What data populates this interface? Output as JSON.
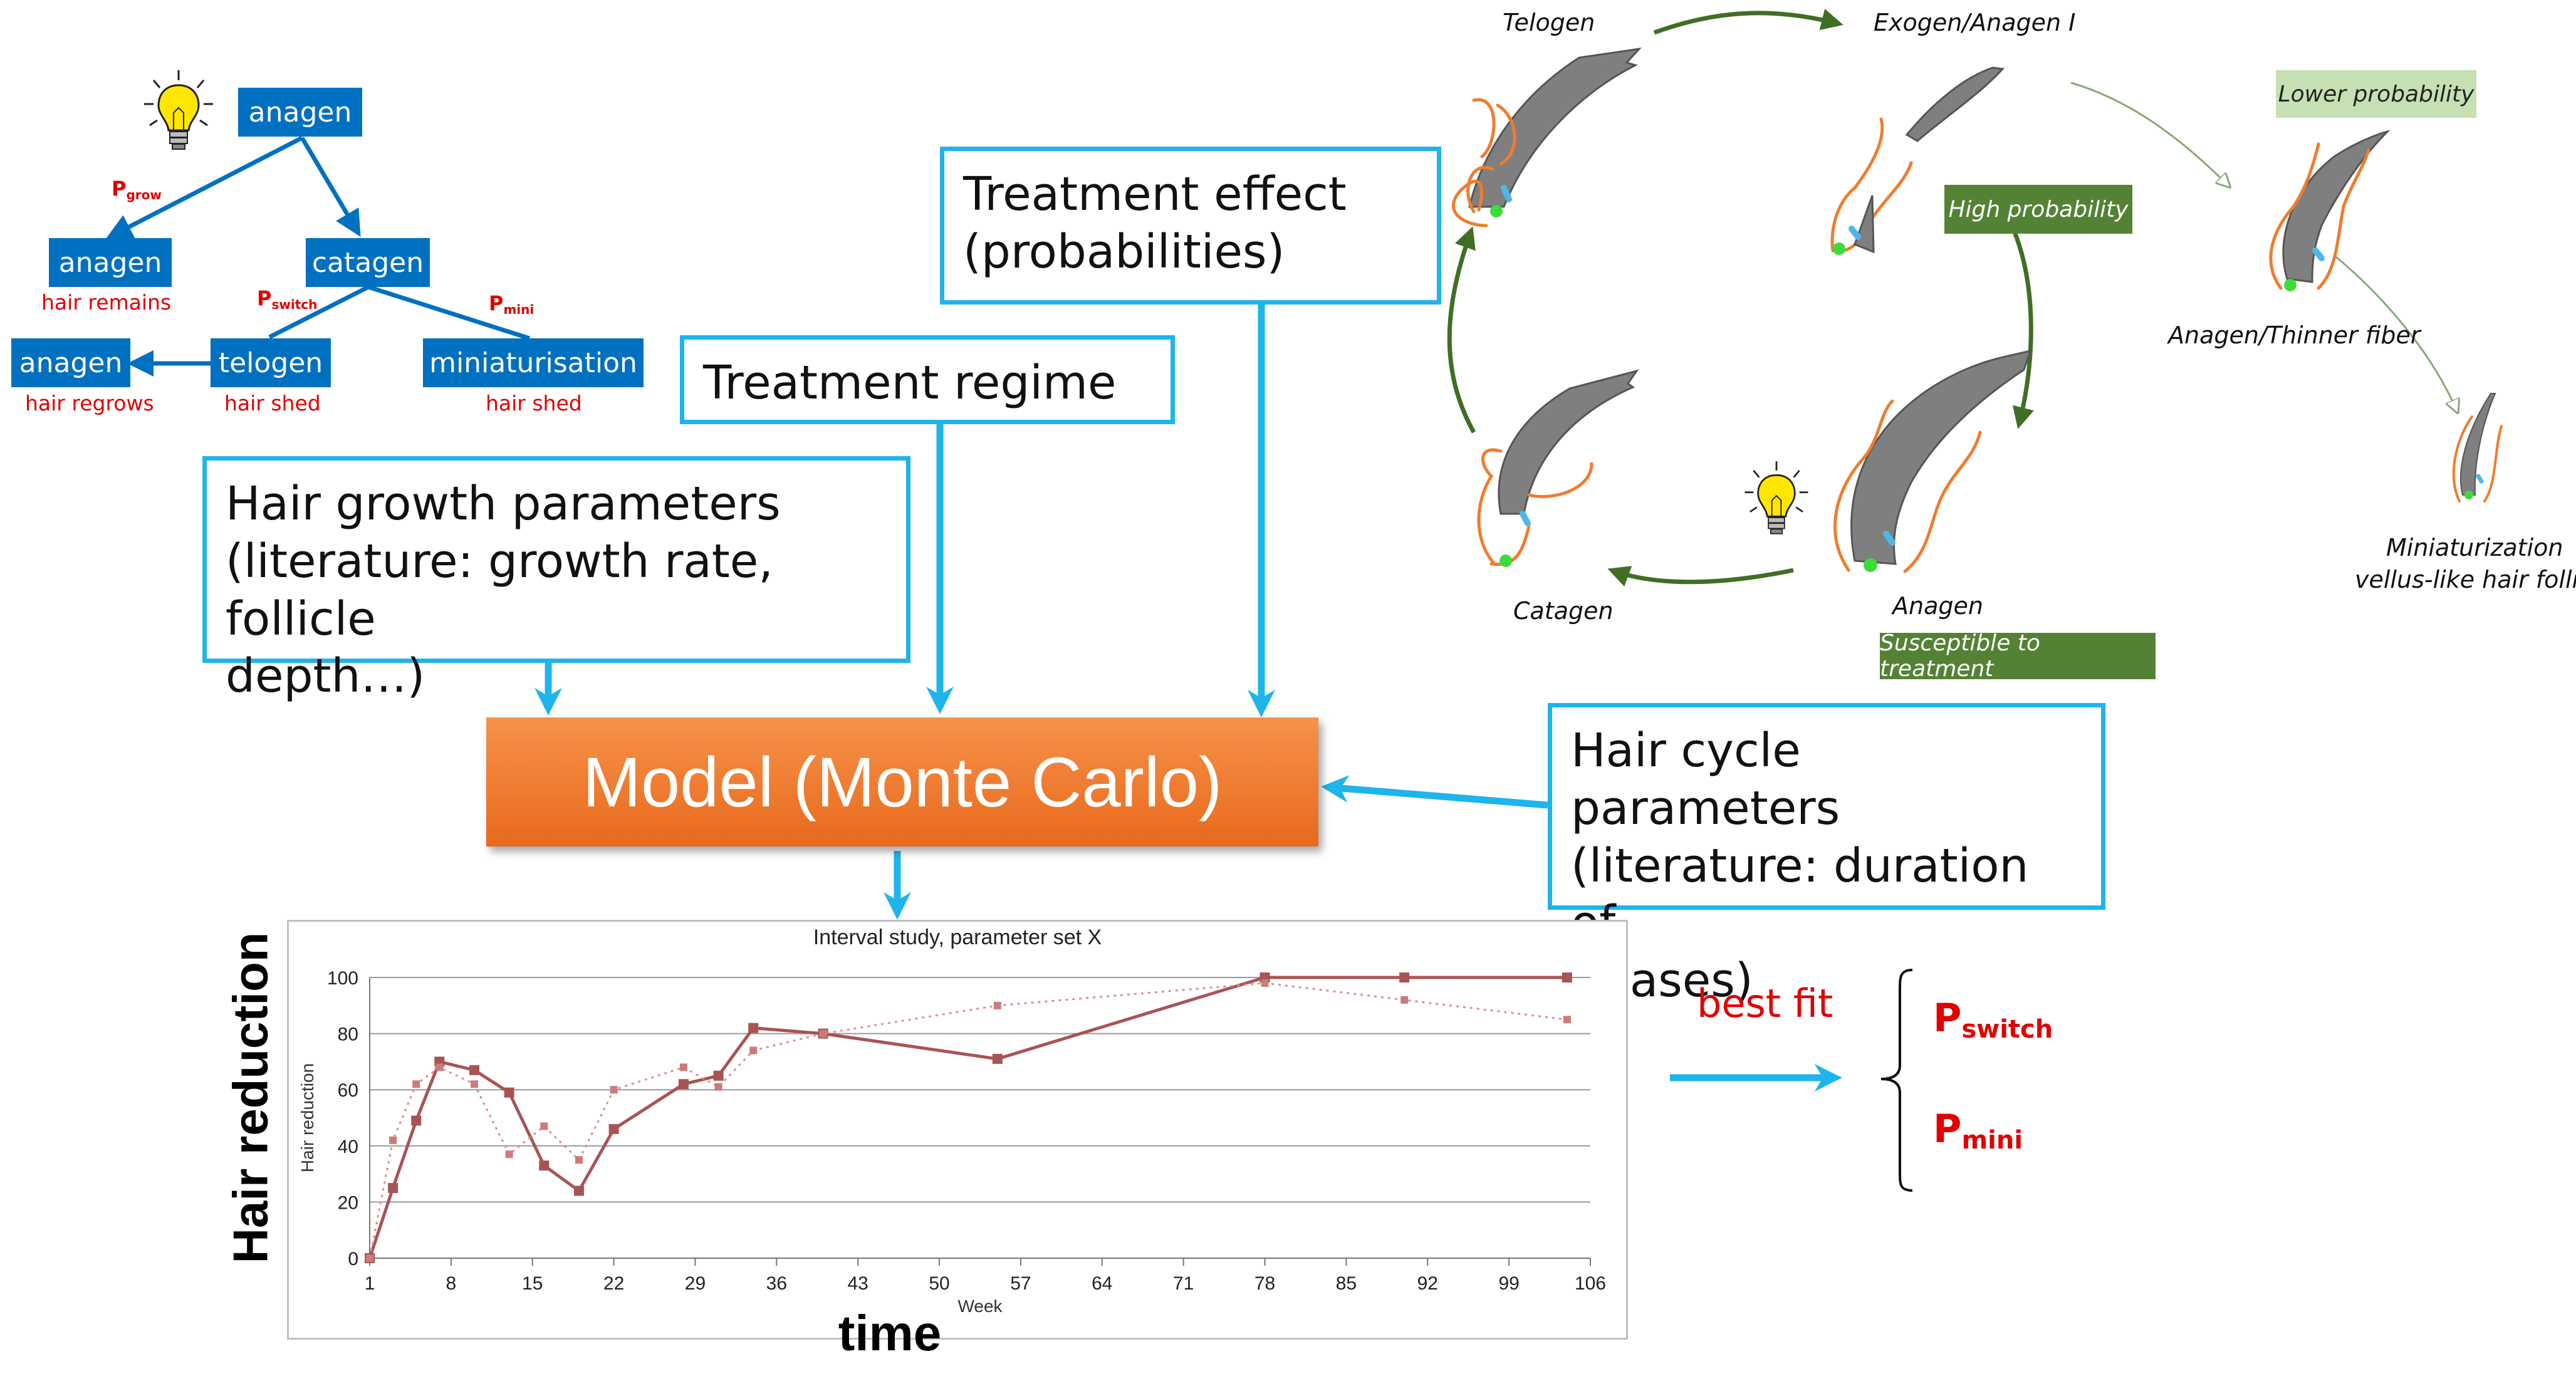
{
  "tree": {
    "root": "anagen",
    "grow_branch": {
      "state": "anagen",
      "note": "hair remains"
    },
    "catagen": "catagen",
    "telogen": {
      "state": "telogen",
      "note": "hair shed"
    },
    "regrow": {
      "state": "anagen",
      "note": "hair regrows"
    },
    "mini": {
      "state": "miniaturisation",
      "note": "hair shed"
    },
    "p_grow": {
      "main": "P",
      "sub": "grow"
    },
    "p_switch": {
      "main": "P",
      "sub": "switch"
    },
    "p_mini": {
      "main": "P",
      "sub": "mini"
    }
  },
  "boxes": {
    "treatment_effect": [
      "Treatment effect",
      "(probabilities)"
    ],
    "treatment_regime": [
      "Treatment regime"
    ],
    "hair_growth": [
      "Hair growth parameters",
      "(literature: growth rate, follicle",
      "depth…)"
    ],
    "hair_cycle": [
      "Hair cycle parameters",
      "(literature: duration of",
      "phases)"
    ]
  },
  "model": "Model (Monte Carlo)",
  "chart_data": {
    "type": "line",
    "title": "Interval study, parameter set X",
    "xlabel": "Week",
    "ylabel": "Hair reduction",
    "outer_xlabel": "time",
    "outer_ylabel": "Hair reduction",
    "xlim": [
      1,
      106
    ],
    "ylim": [
      0,
      100
    ],
    "xticks": [
      1,
      8,
      15,
      22,
      29,
      36,
      43,
      50,
      57,
      64,
      71,
      78,
      85,
      92,
      99,
      106
    ],
    "yticks": [
      0,
      20,
      40,
      60,
      80,
      100
    ],
    "grid": true,
    "series": [
      {
        "style": "solid",
        "x": [
          1,
          3,
          5,
          7,
          10,
          13,
          16,
          19,
          22,
          28,
          31,
          34,
          40,
          55,
          78,
          90,
          104
        ],
        "y": [
          0,
          25,
          49,
          70,
          67,
          59,
          33,
          24,
          46,
          62,
          65,
          82,
          80,
          71,
          100,
          100,
          100
        ]
      },
      {
        "style": "dotted",
        "x": [
          1,
          3,
          5,
          7,
          10,
          13,
          16,
          19,
          22,
          28,
          31,
          34,
          40,
          55,
          78,
          90,
          104
        ],
        "y": [
          0,
          42,
          62,
          68,
          62,
          37,
          47,
          35,
          60,
          68,
          61,
          74,
          80,
          90,
          98,
          92,
          85
        ]
      }
    ]
  },
  "best_fit": {
    "label": "best fit",
    "p_switch": {
      "main": "P",
      "sub": "switch"
    },
    "p_mini": {
      "main": "P",
      "sub": "mini"
    }
  },
  "cycle": {
    "telogen": "Telogen",
    "exogen": "Exogen/Anagen I",
    "anagen": "Anagen",
    "catagen": "Catagen",
    "thinner": "Anagen/Thinner fiber",
    "mini_line1": "Miniaturization",
    "mini_line2": "vellus-like hair follicle",
    "high_prob": "High probability",
    "low_prob": "Lower probability",
    "susceptible": "Susceptible to treatment"
  },
  "colors": {
    "tree_blue": "#0070c0",
    "box_border": "#1eb4ec",
    "model_orange": "#f07c2e",
    "series_color": "#a85454",
    "cycle_arrow": "#3f6f24",
    "badge_dark": "#548235",
    "badge_light": "#c6e0b4",
    "probability_red": "#e00000"
  },
  "icons": [
    "lightbulb-icon"
  ]
}
